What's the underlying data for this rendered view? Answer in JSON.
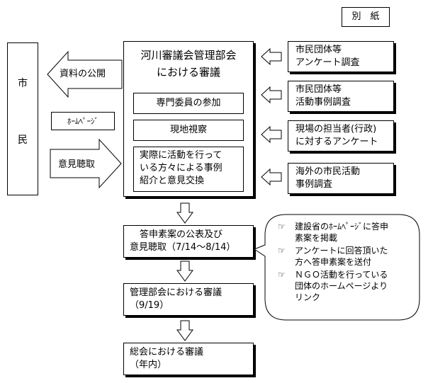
{
  "attachment_label": "別　紙",
  "citizens": {
    "char1": "市",
    "char2": "民"
  },
  "left_arrows": {
    "disclosure": "資料の公開",
    "homepage": "ﾎｰﾑﾍﾟｰｼﾞ",
    "hearing": "意見聴取"
  },
  "main_panel": {
    "title_line1": "河川審議会管理部会",
    "title_line2": "における審議",
    "items": [
      {
        "lines": [
          "専門委員の参加"
        ]
      },
      {
        "lines": [
          "現地視察"
        ]
      },
      {
        "lines": [
          "実際に活動を行って",
          "いる方々による事例",
          "紹介と意見交換"
        ]
      }
    ]
  },
  "right_inputs": [
    {
      "lines": [
        "市民団体等",
        "アンケート調査"
      ]
    },
    {
      "lines": [
        "市民団体等",
        "活動事例調査"
      ]
    },
    {
      "lines": [
        "現場の担当者(行政)",
        "に対するアンケート"
      ]
    },
    {
      "lines": [
        "海外の市民活動",
        "事例調査"
      ]
    }
  ],
  "flow_steps": [
    {
      "lines": [
        "答申素案の公表及び",
        "意見聴取（7/14～8/14）"
      ]
    },
    {
      "lines": [
        "管理部会における審議",
        "（9/19）"
      ]
    },
    {
      "lines": [
        "総会における審議",
        "（年内）"
      ]
    }
  ],
  "note_callout": {
    "bullet_symbol": "☞",
    "items": [
      {
        "lines": [
          "建設省のﾎｰﾑﾍﾟｰｼﾞに答申",
          "素案を掲載"
        ]
      },
      {
        "lines": [
          "アンケートに回答頂いた",
          "方へ答申素案を送付"
        ]
      },
      {
        "lines": [
          "ＮＧＯ活動を行っている",
          "団体のホームページより",
          "リンク"
        ]
      }
    ]
  }
}
